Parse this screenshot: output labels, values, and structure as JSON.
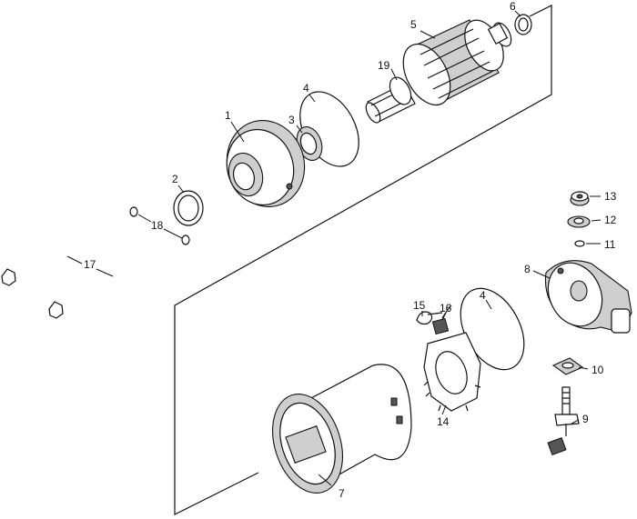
{
  "callouts": {
    "c1": "1",
    "c2": "2",
    "c3": "3",
    "c4a": "4",
    "c4b": "4",
    "c5": "5",
    "c6": "6",
    "c7": "7",
    "c8": "8",
    "c9": "9",
    "c10": "10",
    "c11": "11",
    "c12": "12",
    "c13": "13",
    "c14": "14",
    "c15": "15",
    "c16": "16",
    "c17": "17",
    "c18": "18",
    "c19": "19"
  }
}
